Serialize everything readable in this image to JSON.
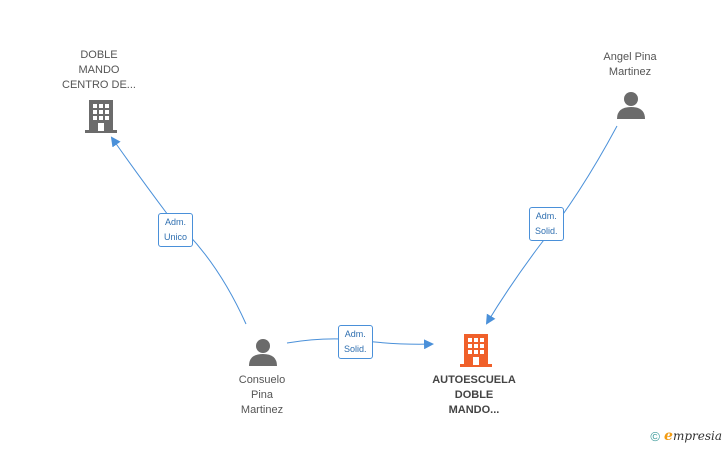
{
  "nodes": {
    "doble_mando_centro": {
      "label": "DOBLE\nMANDO\nCENTRO DE...",
      "kind": "company",
      "color": "#6b6b6b"
    },
    "angel_pina": {
      "label": "Angel Pina\nMartinez",
      "kind": "person",
      "color": "#6b6b6b"
    },
    "consuelo_pina": {
      "label": "Consuelo\nPina\nMartinez",
      "kind": "person",
      "color": "#6b6b6b"
    },
    "autoescuela": {
      "label": "AUTOESCUELA\nDOBLE\nMANDO...",
      "kind": "company",
      "color": "#f0602a"
    }
  },
  "edges": {
    "consuelo_to_doble": {
      "label": "Adm.\nUnico",
      "from": "consuelo_pina",
      "to": "doble_mando_centro"
    },
    "angel_to_autoescuela": {
      "label": "Adm.\nSolid.",
      "from": "angel_pina",
      "to": "autoescuela"
    },
    "consuelo_to_autoescuela": {
      "label": "Adm.\nSolid.",
      "from": "consuelo_pina",
      "to": "autoescuela"
    }
  },
  "edge_color": "#4a90d9",
  "brand": {
    "copyright": "©",
    "initial": "e",
    "rest": "mpresia"
  }
}
